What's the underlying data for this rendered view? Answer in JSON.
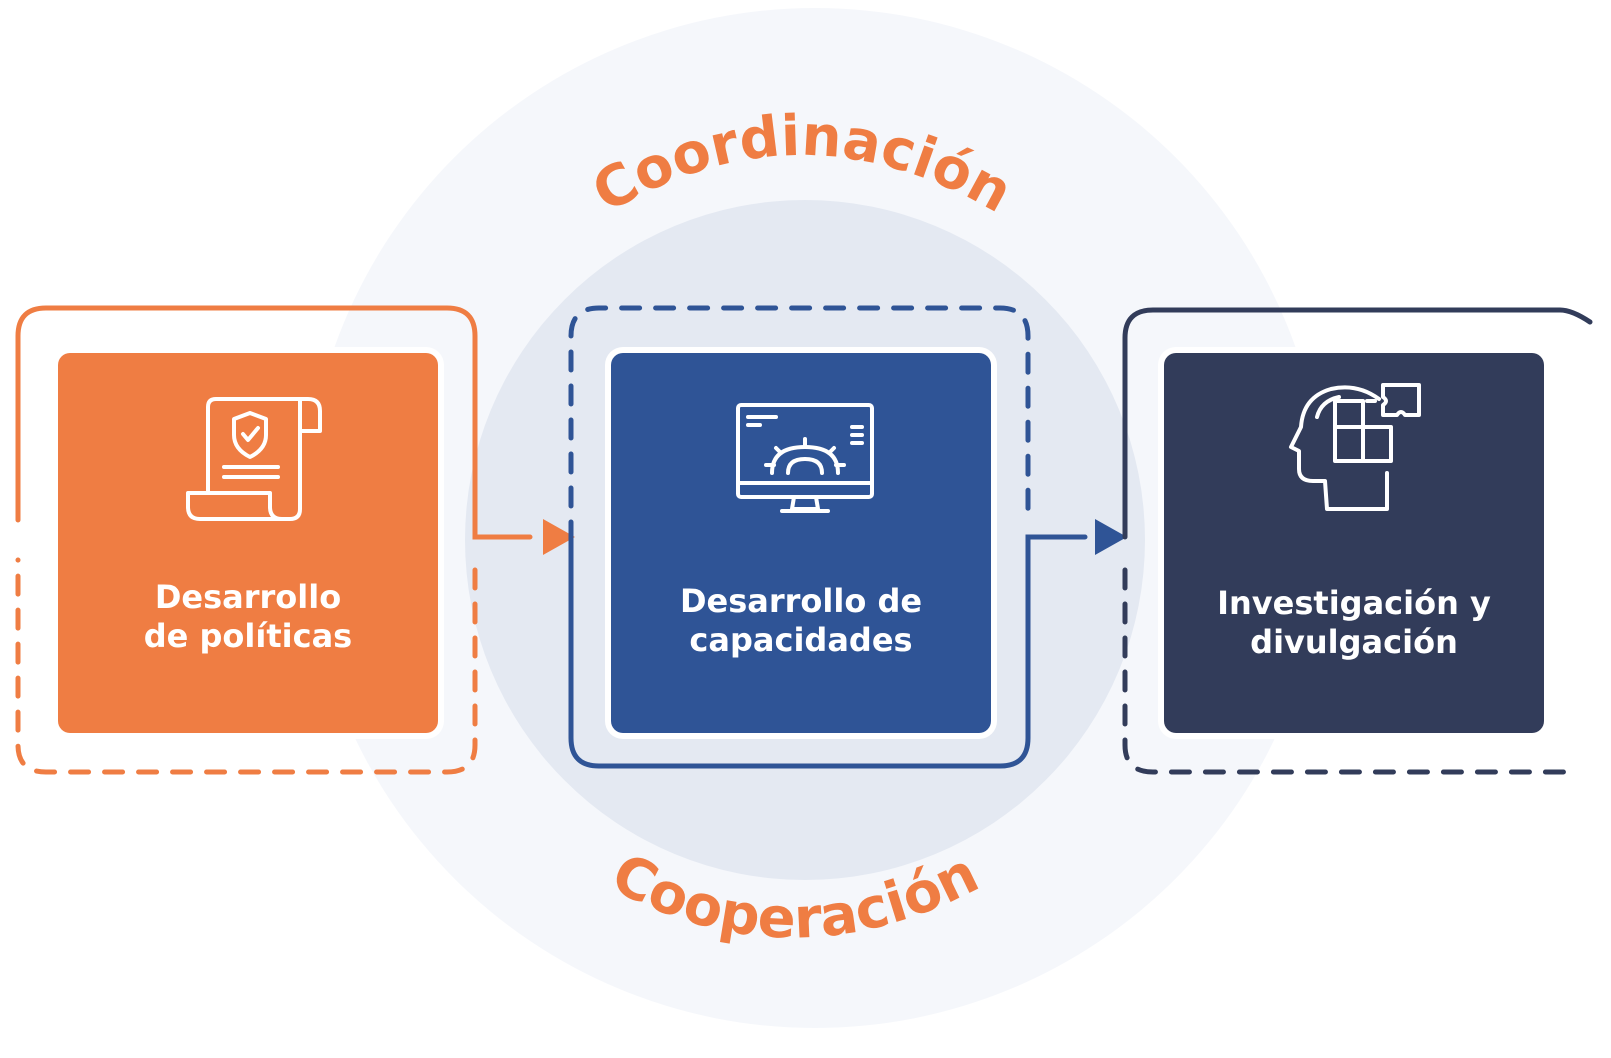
{
  "arc_labels": {
    "top": "Coordinación",
    "bottom": "Cooperación"
  },
  "cards": [
    {
      "lines": [
        "Desarrollo",
        "de políticas"
      ],
      "icon": "policy-scroll-icon",
      "color": "#ef7d43"
    },
    {
      "lines": [
        "Desarrollo de",
        "capacidades"
      ],
      "icon": "monitor-gear-icon",
      "color": "#2f5496"
    },
    {
      "lines": [
        "Investigación y",
        "divulgación"
      ],
      "icon": "head-puzzle-icon",
      "color": "#323c5a"
    }
  ],
  "colors": {
    "outer_circle": "#f5f7fb",
    "inner_circle": "#e4e9f2",
    "orange": "#ef7d43",
    "blue": "#2f5496",
    "navy": "#323c5a"
  }
}
